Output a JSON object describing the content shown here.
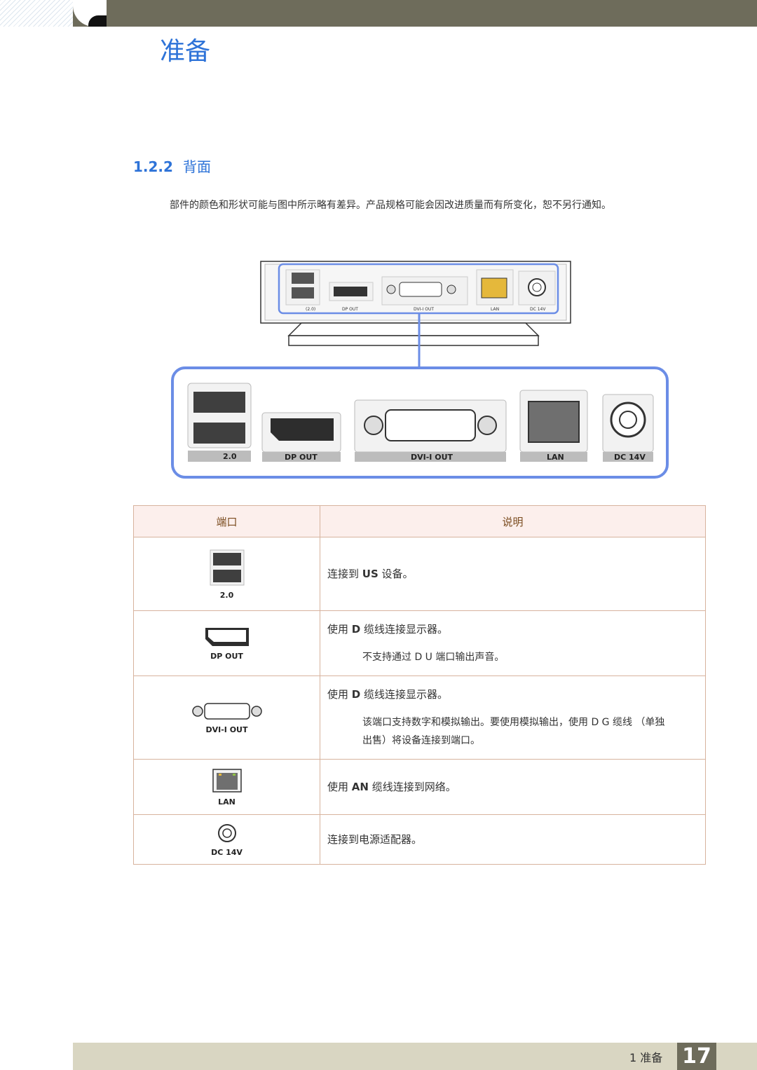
{
  "chapter": {
    "title": "准备"
  },
  "section": {
    "number": "1.2.2",
    "title": "背面"
  },
  "intro": "部件的颜色和形状可能与图中所示略有差异。产品规格可能会因改进质量而有所变化，恕不另行通知。",
  "figure_labels": {
    "usb": "2.0",
    "dp": "DP OUT",
    "dvi": "DVI-I OUT",
    "lan": "LAN",
    "dc": "DC 14V",
    "small_usb": "(2.0)",
    "small_dp": "DP OUT",
    "small_dvi": "DVI-I OUT",
    "small_lan": "LAN",
    "small_dc": "DC 14V"
  },
  "table": {
    "headers": {
      "port": "端口",
      "description": "说明"
    },
    "rows": [
      {
        "icon_label": "2.0",
        "desc_prefix": "连接到 ",
        "desc_bold": "US",
        "desc_suffix": " 设备。"
      },
      {
        "icon_label": "DP OUT",
        "desc_prefix": "使用 ",
        "desc_bold": "D",
        "desc_suffix": " 缆线连接显示器。",
        "note": "不支持通过 D U 端口输出声音。"
      },
      {
        "icon_label": "DVI-I OUT",
        "desc_prefix": "使用 ",
        "desc_bold": "D",
        "desc_suffix": " 缆线连接显示器。",
        "note": "该端口支持数字和模拟输出。要使用模拟输出，使用 D G 缆线 （单独出售）将设备连接到端口。"
      },
      {
        "icon_label": "LAN",
        "desc_prefix": "使用 ",
        "desc_bold": "AN",
        "desc_suffix": " 缆线连接到网络。"
      },
      {
        "icon_label": "DC 14V",
        "desc_prefix": "连接到电源适配器。",
        "desc_bold": "",
        "desc_suffix": ""
      }
    ]
  },
  "footer": {
    "chapter_label": "1 准备",
    "page_number": "17"
  },
  "colors": {
    "accent": "#2e73d8",
    "header_bar": "#6e6c5b",
    "footer_bar": "#d9d6c2",
    "table_border": "#d7b39e"
  }
}
